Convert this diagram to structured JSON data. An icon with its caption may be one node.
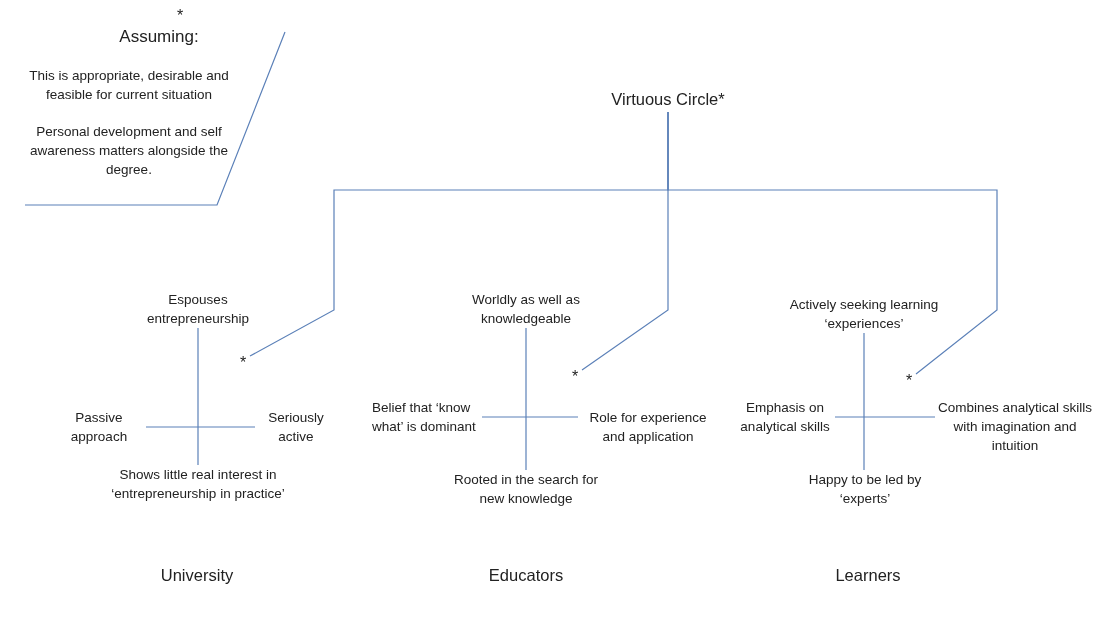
{
  "diagram": {
    "nodes": [
      {
        "text": [
          "*",
          "Assuming:",
          "This is appropriate, desirable and feasible for current situation",
          "Personal development and self awareness matters alongside the degree."
        ]
      },
      {
        "text": [
          "Virtuous Circle*"
        ]
      },
      {
        "text": [
          "Espouses entrepreneurship"
        ]
      },
      {
        "text": [
          "*"
        ]
      },
      {
        "text": [
          "Passive approach"
        ]
      },
      {
        "text": [
          "Seriously active"
        ]
      },
      {
        "text": [
          "Shows little real interest in ‘entrepreneurship in practice’"
        ]
      },
      {
        "text": [
          "Worldly as well as knowledgeable"
        ]
      },
      {
        "text": [
          "*"
        ]
      },
      {
        "text": [
          "Belief that ‘know what’ is dominant"
        ]
      },
      {
        "text": [
          "Role for experience and application"
        ]
      },
      {
        "text": [
          "Rooted in the search for new knowledge"
        ]
      },
      {
        "text": [
          "Actively seeking learning ‘experiences’"
        ]
      },
      {
        "text": [
          "*"
        ]
      },
      {
        "text": [
          "Emphasis on analytical skills"
        ]
      },
      {
        "text": [
          "Combines analytical skills with imagination and intuition"
        ]
      },
      {
        "text": [
          "Happy to be led by ‘experts’"
        ]
      }
    ],
    "edges": [
      {
        "from": 1,
        "to": 3,
        "arrow": "none"
      },
      {
        "from": 1,
        "to": 8,
        "arrow": "none"
      },
      {
        "from": 1,
        "to": 13,
        "arrow": "none"
      },
      {
        "from": 2,
        "to": 6,
        "arrow": "none"
      },
      {
        "from": 4,
        "to": 5,
        "arrow": "none"
      },
      {
        "from": 7,
        "to": 11,
        "arrow": "none"
      },
      {
        "from": 9,
        "to": 10,
        "arrow": "none"
      },
      {
        "from": 12,
        "to": 16,
        "arrow": "none"
      },
      {
        "from": 14,
        "to": 15,
        "arrow": "none"
      }
    ],
    "labels": [
      "University",
      "Educators",
      "Learners"
    ]
  }
}
